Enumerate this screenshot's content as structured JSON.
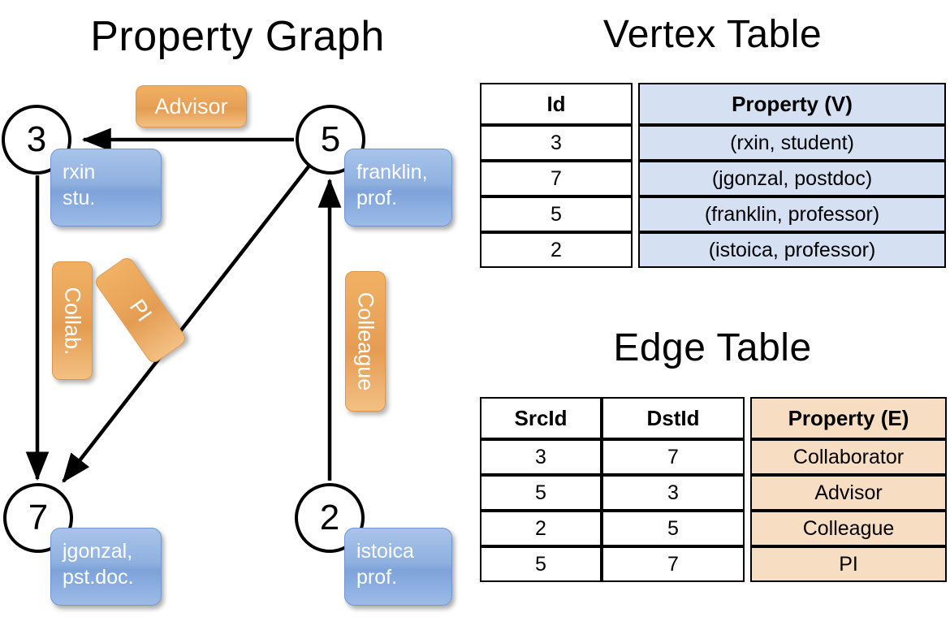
{
  "titles": {
    "property_graph": "Property Graph",
    "vertex_table": "Vertex Table",
    "edge_table": "Edge Table"
  },
  "colors": {
    "vertex_property_fill": "#d5e0f3",
    "edge_property_fill": "#f7ddc2",
    "node_box_blue": "#8fb0e0",
    "edge_label_orange": "#e8a258",
    "stroke": "#000000",
    "label_text": "#ffffff"
  },
  "graph": {
    "nodes": [
      {
        "id": "3",
        "name": "node-3",
        "property_line1": "rxin",
        "property_line2": "stu."
      },
      {
        "id": "5",
        "name": "node-5",
        "property_line1": "franklin,",
        "property_line2": "prof."
      },
      {
        "id": "7",
        "name": "node-7",
        "property_line1": "jgonzal,",
        "property_line2": "pst.doc."
      },
      {
        "id": "2",
        "name": "node-2",
        "property_line1": "istoica",
        "property_line2": "prof."
      }
    ],
    "edge_labels": [
      {
        "name": "advisor",
        "text": "Advisor",
        "orientation": "horizontal"
      },
      {
        "name": "collab",
        "text": "Collab.",
        "orientation": "vertical"
      },
      {
        "name": "pi",
        "text": "PI",
        "orientation": "rotated"
      },
      {
        "name": "colleague",
        "text": "Colleague",
        "orientation": "vertical"
      }
    ],
    "edges": [
      {
        "from": "5",
        "to": "3",
        "label": "Advisor"
      },
      {
        "from": "3",
        "to": "7",
        "label": "Collab."
      },
      {
        "from": "5",
        "to": "7",
        "label": "PI"
      },
      {
        "from": "2",
        "to": "5",
        "label": "Colleague"
      }
    ]
  },
  "vertex_table": {
    "headers": [
      "Id",
      "Property (V)"
    ],
    "rows": [
      {
        "id": "3",
        "property": "(rxin, student)"
      },
      {
        "id": "7",
        "property": "(jgonzal, postdoc)"
      },
      {
        "id": "5",
        "property": "(franklin, professor)"
      },
      {
        "id": "2",
        "property": "(istoica, professor)"
      }
    ]
  },
  "edge_table": {
    "headers": [
      "SrcId",
      "DstId",
      "Property (E)"
    ],
    "rows": [
      {
        "src": "3",
        "dst": "7",
        "property": "Collaborator"
      },
      {
        "src": "5",
        "dst": "3",
        "property": "Advisor"
      },
      {
        "src": "2",
        "dst": "5",
        "property": "Colleague"
      },
      {
        "src": "5",
        "dst": "7",
        "property": "PI"
      }
    ]
  }
}
